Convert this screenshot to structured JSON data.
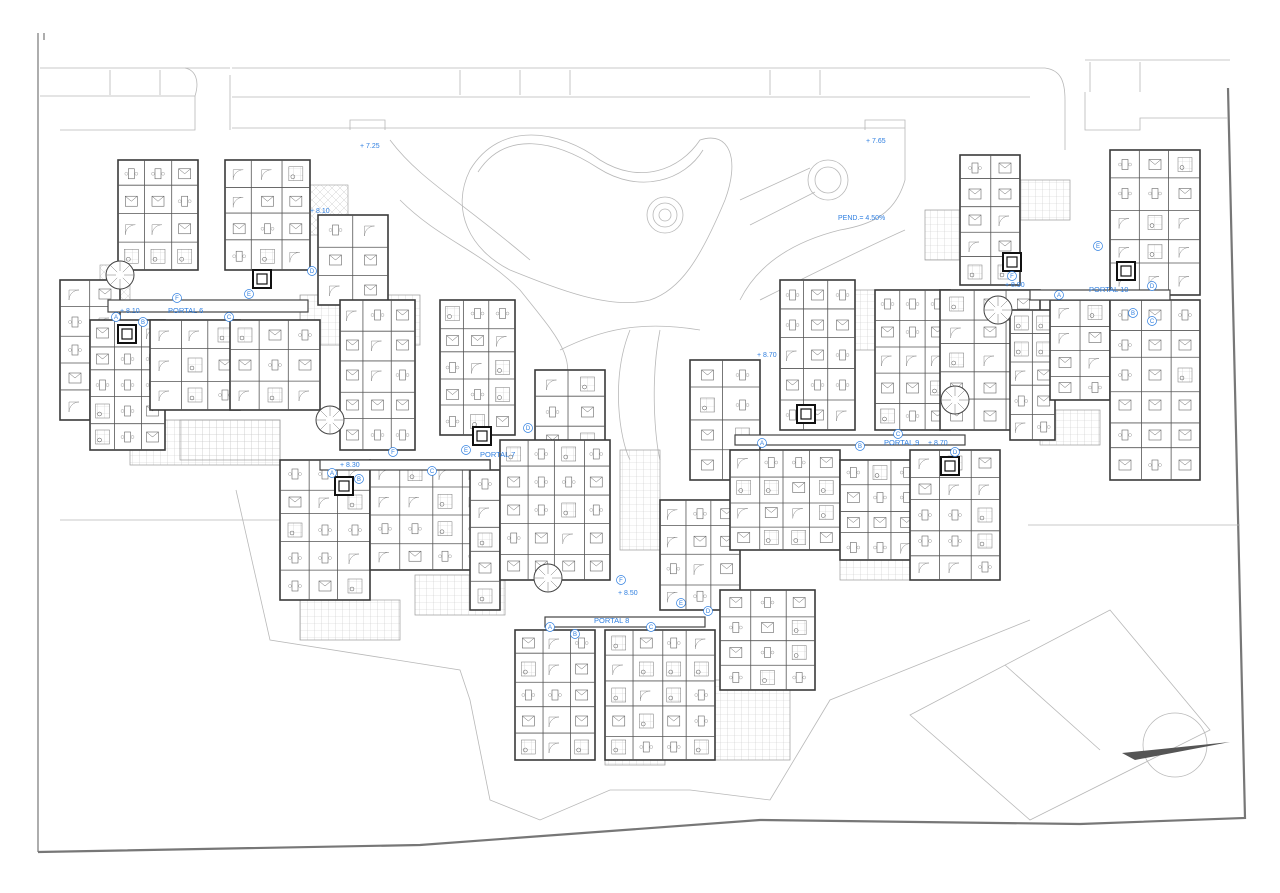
{
  "drawing": {
    "type": "site floor plan",
    "portals": [
      {
        "label": "PORTAL 6",
        "level": "+ 8.10"
      },
      {
        "label": "PORTAL 7",
        "level": "+ 8.30"
      },
      {
        "label": "PORTAL 8",
        "level": "+ 8.50"
      },
      {
        "label": "PORTAL 9",
        "level": "+ 8.70"
      },
      {
        "label": "PORTAL 10",
        "level": "+ 8.90"
      }
    ],
    "levels": {
      "garden_left": "+ 7.25",
      "garden_right": "+ 7.65",
      "upper_left": "+ 8.10",
      "middle_right": "+ 8.70"
    },
    "slope": "PEND.= 4.50%",
    "stair_markers": [
      "A",
      "B",
      "C",
      "D",
      "E",
      "F"
    ],
    "colors": {
      "annotation": "#2f7fe0",
      "wall": "#3a3a3a",
      "site": "#b8b8b8"
    }
  }
}
